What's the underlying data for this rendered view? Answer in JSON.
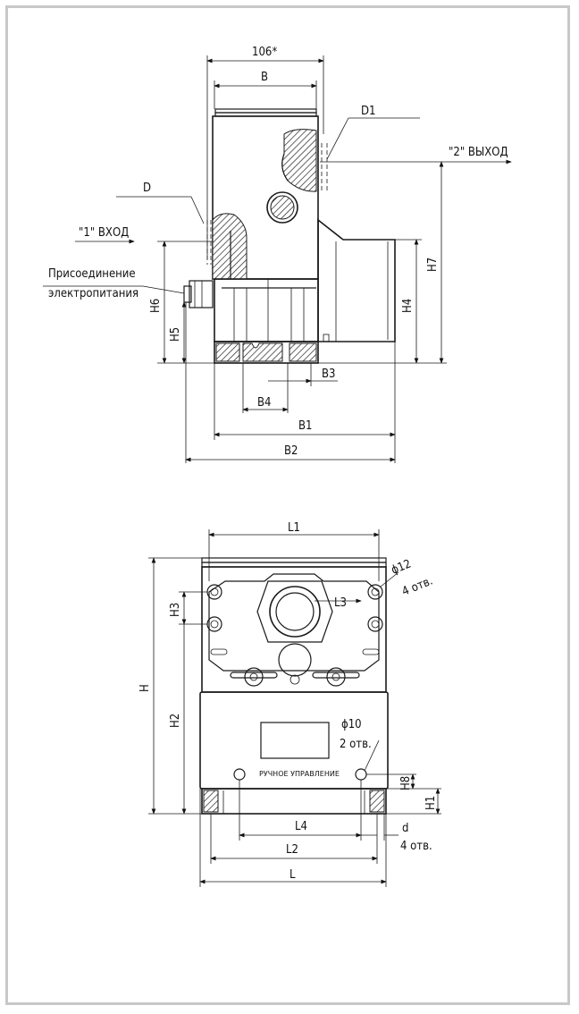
{
  "side_view": {
    "dim_106": "106*",
    "dim_B": "B",
    "dim_D1": "D1",
    "dim_D": "D",
    "outlet_label": "\"2\" ВЫХОД",
    "inlet_label": "\"1\" ВХОД",
    "power_label_line1": "Присоединение",
    "power_label_line2": "электропитания",
    "dim_H6": "H6",
    "dim_H5": "H5",
    "dim_H4": "H4",
    "dim_H7": "H7",
    "dim_B3": "B3",
    "dim_B4": "B4",
    "dim_B1": "B1",
    "dim_B2": "B2"
  },
  "front_view": {
    "dim_L1": "L1",
    "dim_phi12": "ϕ12",
    "dim_4_otv_top": "4 отв.",
    "dim_L3": "L3",
    "dim_H3": "H3",
    "dim_H": "H",
    "dim_H2": "H2",
    "dim_phi10": "ϕ10",
    "dim_2_otv": "2 отв.",
    "manual_label": "РУЧНОЕ УПРАВЛЕНИЕ",
    "dim_H8": "H8",
    "dim_H1": "H1",
    "dim_L4": "L4",
    "dim_d": "d",
    "dim_4_otv_bottom": "4 отв.",
    "dim_L2": "L2",
    "dim_L": "L"
  }
}
